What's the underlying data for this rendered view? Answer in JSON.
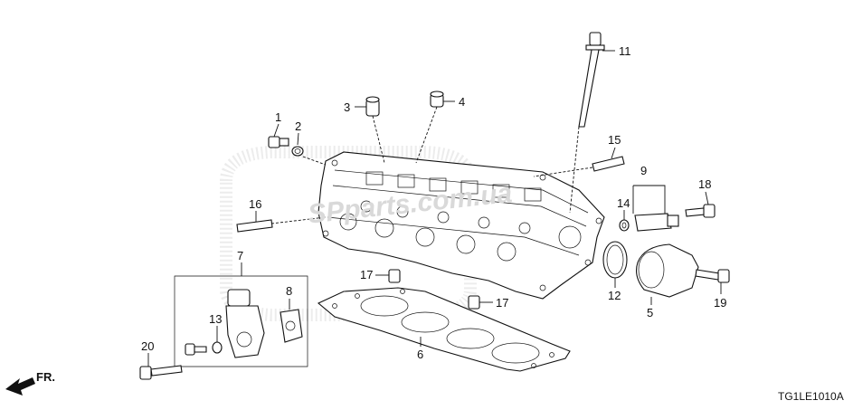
{
  "diagram": {
    "callouts": [
      {
        "id": "c1",
        "label": "1"
      },
      {
        "id": "c2",
        "label": "2"
      },
      {
        "id": "c3",
        "label": "3"
      },
      {
        "id": "c4",
        "label": "4"
      },
      {
        "id": "c5",
        "label": "5"
      },
      {
        "id": "c6",
        "label": "6"
      },
      {
        "id": "c7",
        "label": "7"
      },
      {
        "id": "c8",
        "label": "8"
      },
      {
        "id": "c9",
        "label": "9"
      },
      {
        "id": "c11",
        "label": "11"
      },
      {
        "id": "c12",
        "label": "12"
      },
      {
        "id": "c13",
        "label": "13"
      },
      {
        "id": "c14",
        "label": "14"
      },
      {
        "id": "c15",
        "label": "15"
      },
      {
        "id": "c16",
        "label": "16"
      },
      {
        "id": "c17a",
        "label": "17"
      },
      {
        "id": "c17b",
        "label": "17"
      },
      {
        "id": "c18",
        "label": "18"
      },
      {
        "id": "c19",
        "label": "19"
      },
      {
        "id": "c20",
        "label": "20"
      }
    ],
    "direction_label": "FR.",
    "diagram_code": "TG1LE1010A",
    "watermark": "SPparts.com.ua"
  },
  "colors": {
    "line": "#111111",
    "watermark": "#d9d9d9",
    "background": "#ffffff"
  }
}
